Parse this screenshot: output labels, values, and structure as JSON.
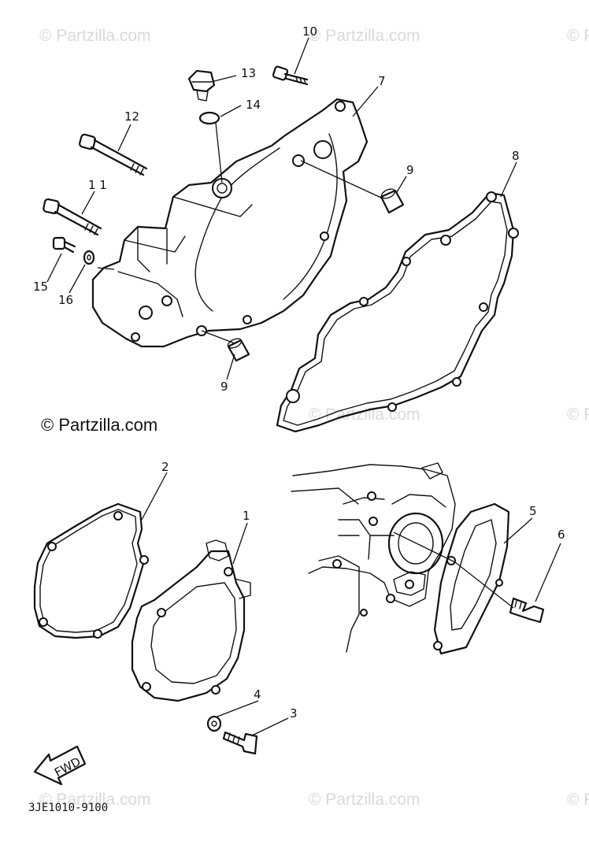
{
  "watermark": {
    "text": "© Partzilla.com"
  },
  "credit": {
    "text": "© Partzilla.com"
  },
  "diagram_code": "3JE1010-9100",
  "fwd_label": "FWD",
  "callouts": {
    "c1": "1",
    "c2": "2",
    "c3": "3",
    "c4": "4",
    "c5": "5",
    "c6": "6",
    "c7": "7",
    "c8": "8",
    "c9a": "9",
    "c9b": "9",
    "c10": "10",
    "c11": "1 1",
    "c12": "12",
    "c13": "13",
    "c14": "14",
    "c15": "15",
    "c16": "16"
  }
}
